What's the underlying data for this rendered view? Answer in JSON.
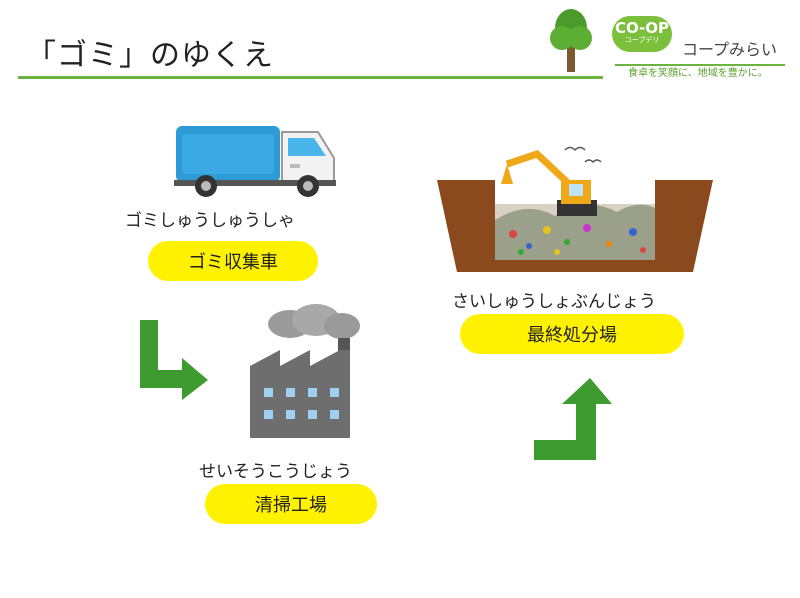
{
  "title": "「ゴミ」のゆくえ",
  "logo": {
    "badge_main": "CO-OP",
    "badge_sub": "コープデリ",
    "name": "コープみらい",
    "slogan": "食卓を笑顔に、地域を豊かに。"
  },
  "nodes": {
    "truck": {
      "reading": "ゴミしゅうしゅうしゃ",
      "label": "ゴミ収集車",
      "icon": "garbage-truck-icon"
    },
    "factory": {
      "reading": "せいそうこうじょう",
      "label": "清掃工場",
      "icon": "factory-icon"
    },
    "landfill": {
      "reading": "さいしゅうしょぶんじょう",
      "label": "最終処分場",
      "icon": "landfill-icon"
    }
  },
  "colors": {
    "accent_green": "#6db33f",
    "arrow_green": "#3e9b2f",
    "pill_yellow": "#fff200"
  }
}
